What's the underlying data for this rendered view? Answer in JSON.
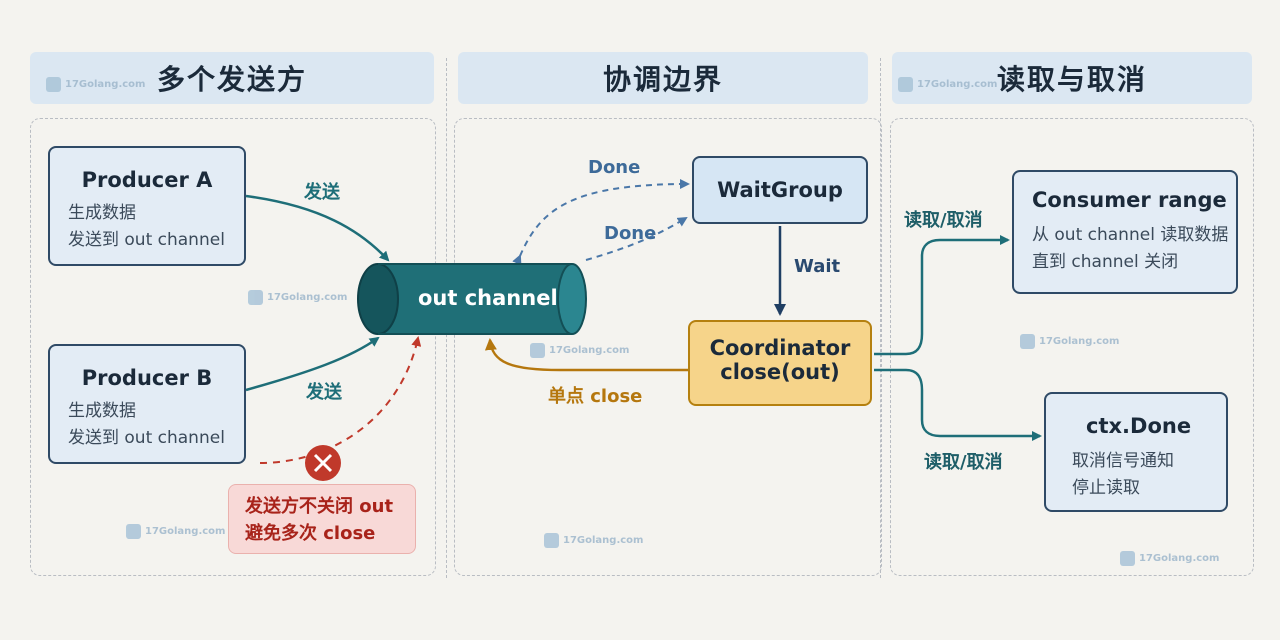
{
  "columns": {
    "left": {
      "title": "多个发送方"
    },
    "middle": {
      "title": "协调边界"
    },
    "right": {
      "title": "读取与取消"
    }
  },
  "watermark": "17Golang.com",
  "producer_a": {
    "title": "Producer A",
    "line1": "生成数据",
    "line2": "发送到 out channel"
  },
  "producer_b": {
    "title": "Producer B",
    "line1": "生成数据",
    "line2": "发送到 out channel"
  },
  "out_channel": {
    "label": "out channel"
  },
  "waitgroup": {
    "title": "WaitGroup"
  },
  "coordinator": {
    "line1": "Coordinator",
    "line2": "close(out)"
  },
  "consumer": {
    "title": "Consumer range",
    "line1": "从 out channel 读取数据",
    "line2": "直到 channel 关闭"
  },
  "ctx_done": {
    "title": "ctx.Done",
    "line1": "取消信号通知",
    "line2": "停止读取"
  },
  "warning": {
    "line1": "发送方不关闭 out",
    "line2": "避免多次 close",
    "icon": "close-x-icon"
  },
  "edge_labels": {
    "send_a": "发送",
    "send_b": "发送",
    "done_top": "Done",
    "done_bottom": "Done",
    "wait": "Wait",
    "single_close": "单点 close",
    "read_cancel_top": "读取/取消",
    "read_cancel_bottom": "读取/取消"
  },
  "colors": {
    "teal": "#1e6e78",
    "navy": "#1f3e63",
    "dashed_blue": "#4a77a8",
    "gold": "#b5770e",
    "coordinator_fill": "#f6d48a",
    "warning_red": "#c0392b",
    "warning_fill": "#f8d9d7",
    "channel_fill": "#1f6f77"
  }
}
